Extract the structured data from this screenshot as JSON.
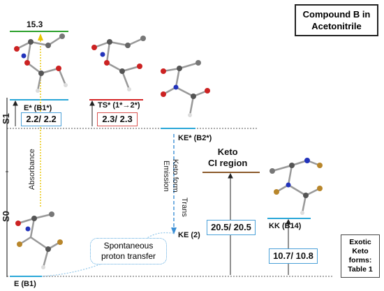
{
  "title": {
    "line1": "Compound B in",
    "line2": "Acetonitrile"
  },
  "levels": {
    "top_value": "15.3",
    "e_star": "E* (B1*)",
    "ts_star": "TS* (1*→2*)",
    "ke_star": "KE* (B2*)",
    "keto_ci": {
      "line1": "Keto",
      "line2": "CI region"
    },
    "e_b1": "E (B1)",
    "ke2": "KE (2)",
    "kk_b14": "KK (B14)"
  },
  "energy_boxes": {
    "e_star": "2.2/ 2.2",
    "ts_star": "2.3/ 2.3",
    "keto_ci": "20.5/ 20.5",
    "kk": "10.7/ 10.8"
  },
  "axis_labels": {
    "s1": "S1",
    "s0": "S0"
  },
  "process_labels": {
    "absorbance": "Absorbance",
    "emission_line1": "Trans",
    "emission_line2": "Keto form",
    "emission_line3": "Emission",
    "spontaneous_line1": "Spontaneous",
    "spontaneous_line2": "proton transfer"
  },
  "exotic": {
    "line1": "Exotic",
    "line2": "Keto",
    "line3": "forms:",
    "line4": "Table 1"
  },
  "colors": {
    "top_level": "#2ca02c",
    "cyan_level": "#2aa7d8",
    "ts_level": "#d62728",
    "ci_level": "#8b5a2b",
    "absorbance": "#e8c400",
    "emission": "#3b8fd6",
    "box_border": "#4aa0d8",
    "ts_box_border": "#d9534f"
  }
}
